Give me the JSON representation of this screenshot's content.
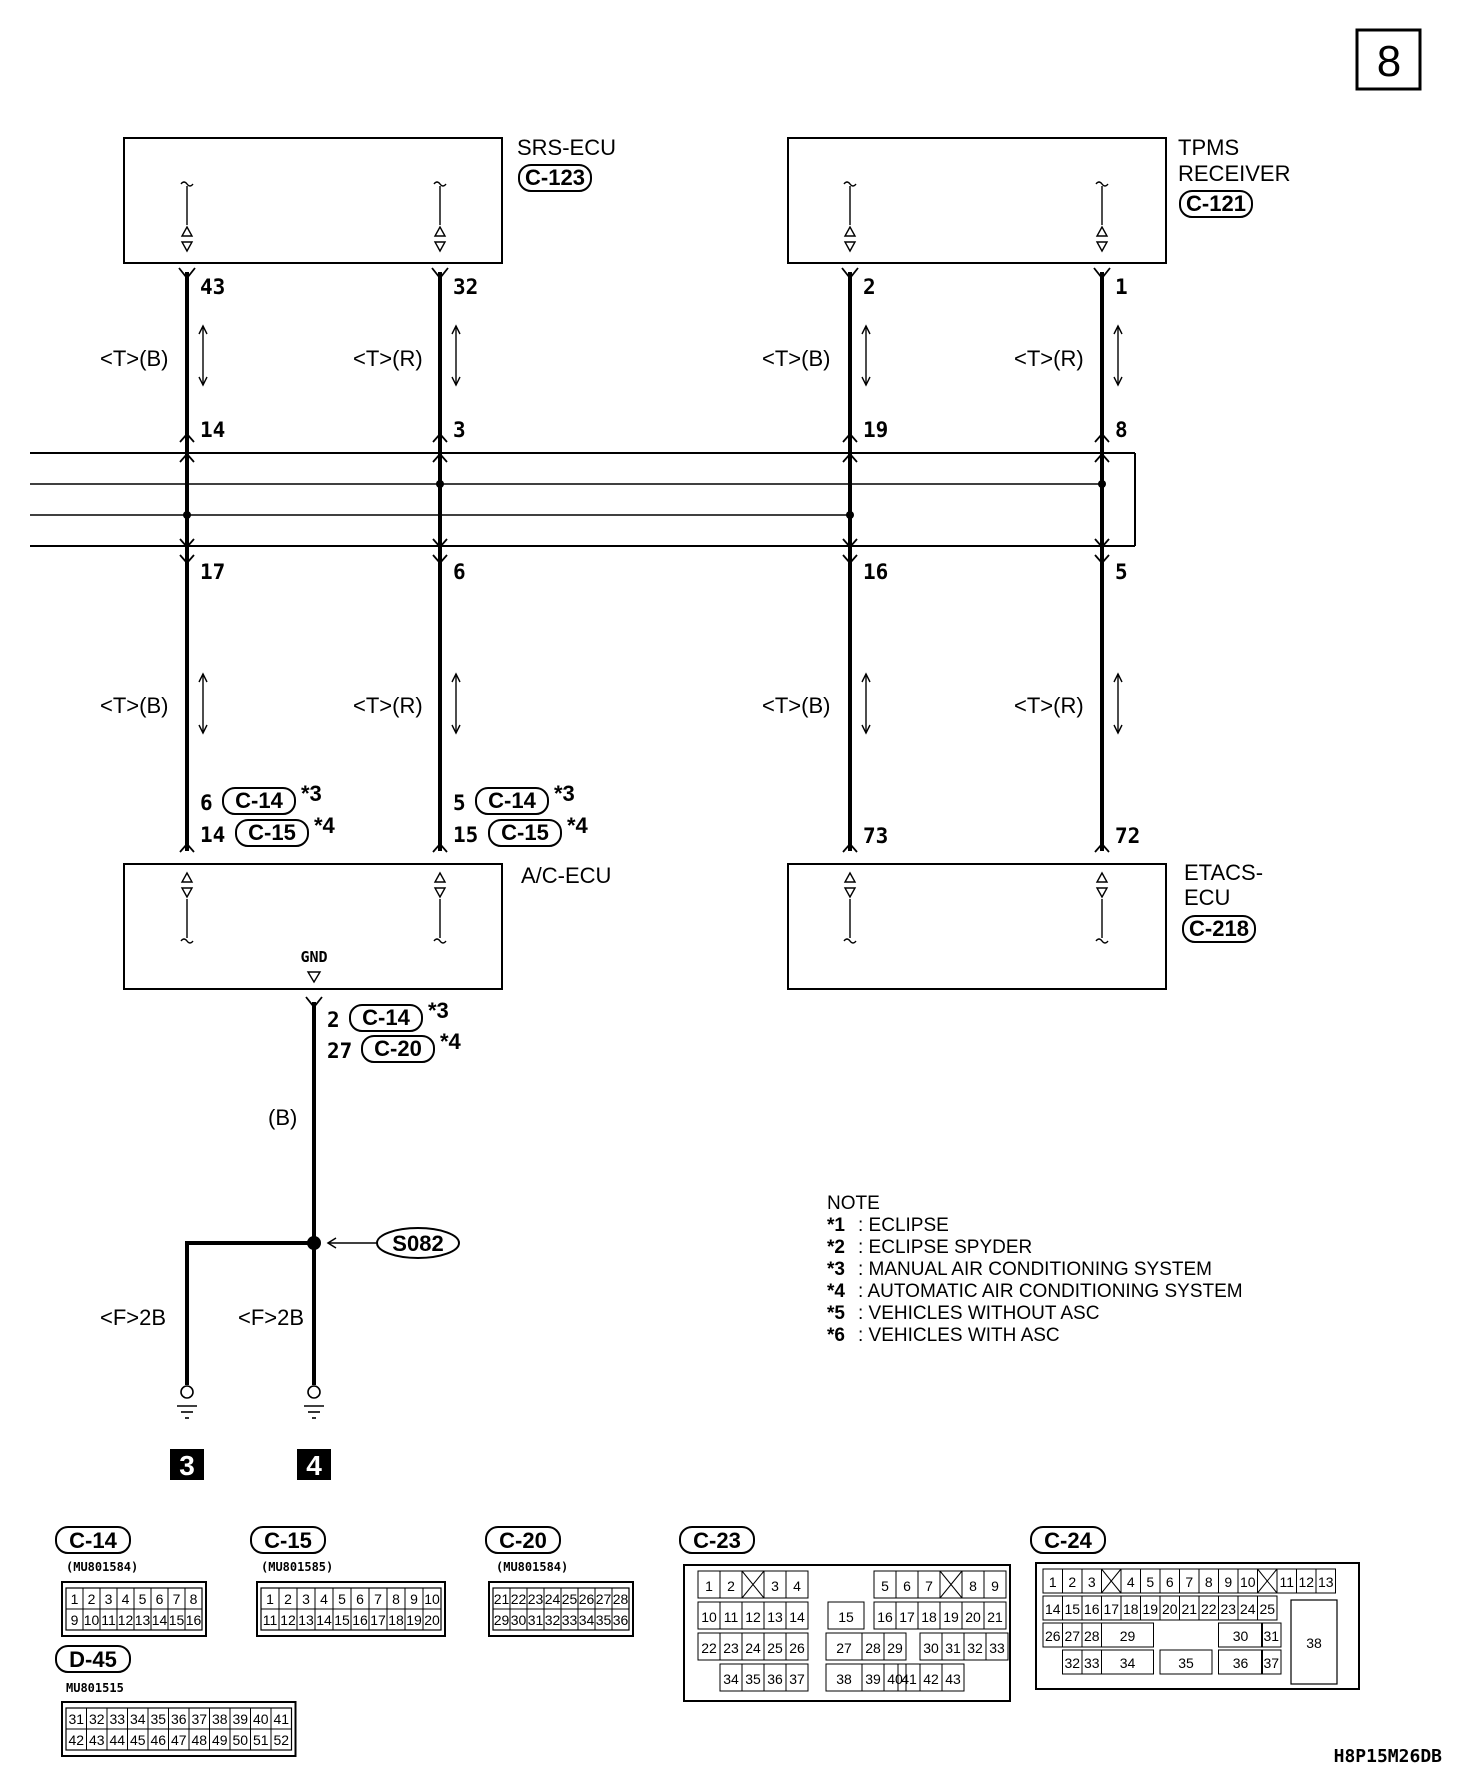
{
  "page_number": "8",
  "diagram_code": "H8P15M26DB",
  "components": {
    "srs": {
      "name": "SRS-ECU",
      "connector": "C-123"
    },
    "tpms": {
      "name_line1": "TPMS",
      "name_line2": "RECEIVER",
      "connector": "C-121"
    },
    "ac": {
      "name": "A/C-ECU",
      "gnd": "GND"
    },
    "etacs": {
      "name_line1": "ETACS-",
      "name_line2": "ECU",
      "connector": "C-218"
    }
  },
  "pins": {
    "w1_top": "43",
    "w2_top": "32",
    "w3_top": "2",
    "w4_top": "1",
    "w1_j_top": "14",
    "w2_j_top": "3",
    "w3_j_top": "19",
    "w4_j_top": "8",
    "w1_j_bot": "17",
    "w2_j_bot": "6",
    "w3_j_bot": "16",
    "w4_j_bot": "5",
    "w3_bot": "73",
    "w4_bot": "72",
    "ac_w1_a": "6",
    "ac_w1_a_conn": "C-14",
    "ac_w1_a_note": "*3",
    "ac_w1_b": "14",
    "ac_w1_b_conn": "C-15",
    "ac_w1_b_note": "*4",
    "ac_w2_a": "5",
    "ac_w2_a_conn": "C-14",
    "ac_w2_a_note": "*3",
    "ac_w2_b": "15",
    "ac_w2_b_conn": "C-15",
    "ac_w2_b_note": "*4",
    "gnd_a": "2",
    "gnd_a_conn": "C-14",
    "gnd_a_note": "*3",
    "gnd_b": "27",
    "gnd_b_conn": "C-20",
    "gnd_b_note": "*4"
  },
  "wire_labels": {
    "tb": "<T>(B)",
    "tr": "<T>(R)",
    "b": "(B)",
    "f2b": "<F>2B"
  },
  "splice": "S082",
  "grounds": [
    "3",
    "4"
  ],
  "note": {
    "title": "NOTE",
    "items": [
      {
        "mark": "*1",
        "text": ": ECLIPSE"
      },
      {
        "mark": "*2",
        "text": ": ECLIPSE SPYDER"
      },
      {
        "mark": "*3",
        "text": ": MANUAL AIR CONDITIONING SYSTEM"
      },
      {
        "mark": "*4",
        "text": ": AUTOMATIC AIR CONDITIONING SYSTEM"
      },
      {
        "mark": "*5",
        "text": ": VEHICLES WITHOUT ASC"
      },
      {
        "mark": "*6",
        "text": ": VEHICLES WITH ASC"
      }
    ]
  },
  "connectors": {
    "c14": {
      "name": "C-14",
      "part": "(MU801584)",
      "rows": [
        [
          "1",
          "2",
          "3",
          "4",
          "5",
          "6",
          "7",
          "8"
        ],
        [
          "9",
          "10",
          "11",
          "12",
          "13",
          "14",
          "15",
          "16"
        ]
      ]
    },
    "c15": {
      "name": "C-15",
      "part": "(MU801585)",
      "rows": [
        [
          "1",
          "2",
          "3",
          "4",
          "5",
          "6",
          "7",
          "8",
          "9",
          "10"
        ],
        [
          "11",
          "12",
          "13",
          "14",
          "15",
          "16",
          "17",
          "18",
          "19",
          "20"
        ]
      ]
    },
    "c20": {
      "name": "C-20",
      "part": "(MU801584)",
      "rows": [
        [
          "21",
          "22",
          "23",
          "24",
          "25",
          "26",
          "27",
          "28"
        ],
        [
          "29",
          "30",
          "31",
          "32",
          "33",
          "34",
          "35",
          "36"
        ]
      ]
    },
    "d45": {
      "name": "D-45",
      "part": "MU801515",
      "rows": [
        [
          "31",
          "32",
          "33",
          "34",
          "35",
          "36",
          "37",
          "38",
          "39",
          "40",
          "41"
        ],
        [
          "42",
          "43",
          "44",
          "45",
          "46",
          "47",
          "48",
          "49",
          "50",
          "51",
          "52"
        ]
      ]
    },
    "c23": {
      "name": "C-23",
      "row1": [
        "1",
        "2",
        "X",
        "3",
        "4",
        "5",
        "6",
        "7",
        "X",
        "8",
        "9"
      ],
      "row2": [
        "10",
        "11",
        "12",
        "13",
        "14",
        "15",
        "16",
        "17",
        "18",
        "19",
        "20",
        "21"
      ],
      "row3": [
        "22",
        "23",
        "24",
        "25",
        "26",
        "27",
        "28",
        "29",
        "30",
        "31",
        "32",
        "33"
      ],
      "row4": [
        "34",
        "35",
        "36",
        "37",
        "38",
        "39",
        "40",
        "41",
        "42",
        "43"
      ]
    },
    "c24": {
      "name": "C-24",
      "row1": [
        "1",
        "2",
        "3",
        "X",
        "4",
        "5",
        "6",
        "7",
        "8",
        "9",
        "10",
        "X",
        "11",
        "12",
        "13"
      ],
      "row2": [
        "14",
        "15",
        "16",
        "17",
        "18",
        "19",
        "20",
        "21",
        "22",
        "23",
        "24",
        "25"
      ],
      "row3": [
        "26",
        "27",
        "28",
        "29",
        "30",
        "31",
        "38"
      ],
      "row4": [
        "32",
        "33",
        "34",
        "35",
        "36",
        "37"
      ]
    }
  }
}
